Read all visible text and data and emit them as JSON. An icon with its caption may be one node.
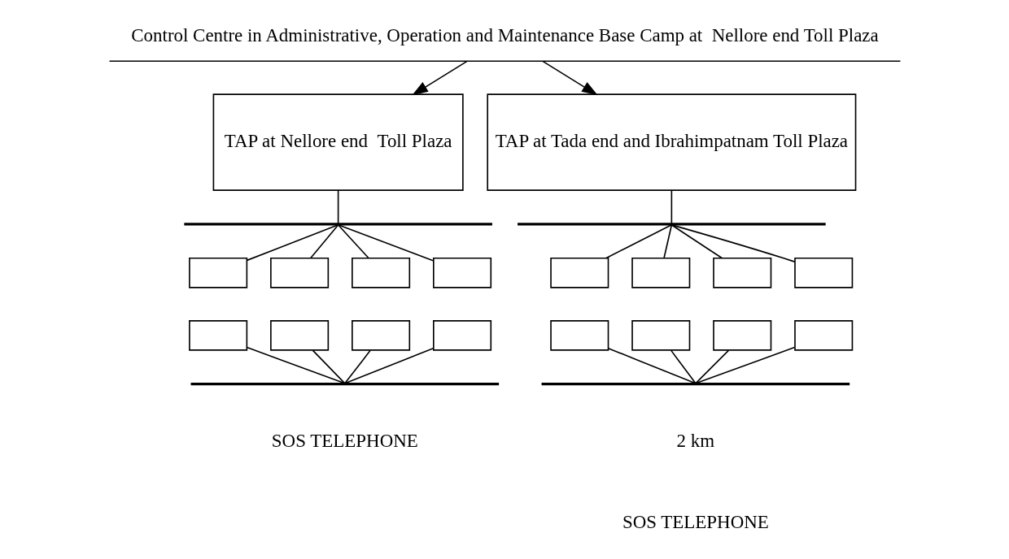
{
  "diagram": {
    "nodes": [
      {
        "text": [
          "Control Centre in Administrative, Operation and Maintenance Base Camp at  Nellore end Toll Plaza"
        ]
      },
      {
        "text": [
          "TAP at Nellore end  Toll Plaza"
        ]
      },
      {
        "text": [
          "TAP at Tada end and Ibrahimpatnam Toll Plaza"
        ]
      },
      {
        "text": [],
        "shape": "bar"
      },
      {
        "text": [],
        "shape": "box"
      },
      {
        "text": [],
        "shape": "box"
      },
      {
        "text": [],
        "shape": "box"
      },
      {
        "text": [],
        "shape": "box"
      },
      {
        "text": [],
        "shape": "box"
      },
      {
        "text": [],
        "shape": "box"
      },
      {
        "text": [],
        "shape": "box"
      },
      {
        "text": [],
        "shape": "box"
      },
      {
        "text": [],
        "shape": "bar"
      },
      {
        "text": [],
        "shape": "bar"
      },
      {
        "text": [],
        "shape": "box"
      },
      {
        "text": [],
        "shape": "box"
      },
      {
        "text": [],
        "shape": "box"
      },
      {
        "text": [],
        "shape": "box"
      },
      {
        "text": [],
        "shape": "box"
      },
      {
        "text": [],
        "shape": "box"
      },
      {
        "text": [],
        "shape": "box"
      },
      {
        "text": [],
        "shape": "box"
      },
      {
        "text": [],
        "shape": "bar"
      }
    ],
    "edges": [
      {
        "from": 0,
        "to": 1,
        "arrow": "to"
      },
      {
        "from": 0,
        "to": 2,
        "arrow": "to"
      },
      {
        "from": 1,
        "to": 3,
        "arrow": "none"
      },
      {
        "from": 3,
        "to": 4,
        "arrow": "none"
      },
      {
        "from": 3,
        "to": 5,
        "arrow": "none"
      },
      {
        "from": 3,
        "to": 6,
        "arrow": "none"
      },
      {
        "from": 3,
        "to": 7,
        "arrow": "none"
      },
      {
        "from": 8,
        "to": 12,
        "arrow": "none"
      },
      {
        "from": 9,
        "to": 12,
        "arrow": "none"
      },
      {
        "from": 10,
        "to": 12,
        "arrow": "none"
      },
      {
        "from": 11,
        "to": 12,
        "arrow": "none"
      },
      {
        "from": 2,
        "to": 13,
        "arrow": "none"
      },
      {
        "from": 13,
        "to": 14,
        "arrow": "none"
      },
      {
        "from": 13,
        "to": 15,
        "arrow": "none"
      },
      {
        "from": 13,
        "to": 16,
        "arrow": "none"
      },
      {
        "from": 13,
        "to": 17,
        "arrow": "none"
      },
      {
        "from": 18,
        "to": 22,
        "arrow": "none"
      },
      {
        "from": 19,
        "to": 22,
        "arrow": "none"
      },
      {
        "from": 20,
        "to": 22,
        "arrow": "none"
      },
      {
        "from": 21,
        "to": 22,
        "arrow": "none"
      }
    ],
    "labels": [
      "SOS TELEPHONE",
      "2 km",
      "SOS TELEPHONE"
    ]
  }
}
